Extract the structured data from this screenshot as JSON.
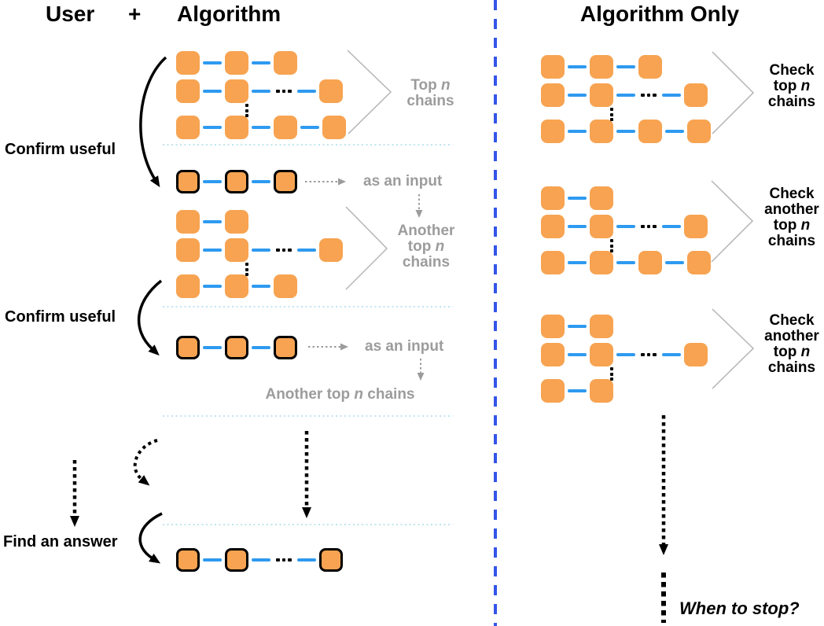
{
  "titles": {
    "left_user": "User",
    "left_plus": "+",
    "left_algorithm": "Algorithm",
    "right": "Algorithm Only"
  },
  "labels": {
    "confirm_useful_1": "Confirm useful",
    "confirm_useful_2": "Confirm useful",
    "find_answer": "Find an answer",
    "top_n_chains": [
      "Top n",
      "chains"
    ],
    "as_an_input_1": "as an input",
    "as_an_input_2": "as an input",
    "another_top_n_multiline": [
      "Another",
      "top n",
      "chains"
    ],
    "another_top_n_single": "Another top n chains",
    "check_top_n": [
      "Check",
      "top n",
      "chains"
    ],
    "check_another_top_n_1": [
      "Check",
      "another",
      "top n",
      "chains"
    ],
    "check_another_top_n_2": [
      "Check",
      "another",
      "top n",
      "chains"
    ],
    "when_to_stop": "When to stop?"
  },
  "chains": {
    "left_g1": {
      "rows": [
        [
          "sq",
          "conn",
          "sq",
          "conn",
          "sq"
        ],
        [
          "sq",
          "conn",
          "sq",
          "conn",
          "hdots",
          "conn",
          "sq"
        ],
        [
          "sq",
          "conn",
          "sq",
          "conn",
          "sq",
          "conn",
          "sq"
        ]
      ],
      "vdots": true
    },
    "left_sel1": {
      "rows": [
        [
          "sqb",
          "conn",
          "sqb",
          "conn",
          "sqb"
        ]
      ],
      "vdots": false
    },
    "left_g2": {
      "rows": [
        [
          "sq",
          "conn",
          "sq"
        ],
        [
          "sq",
          "conn",
          "sq",
          "conn",
          "hdots",
          "conn",
          "sq"
        ],
        [
          "sq",
          "conn",
          "sq",
          "conn",
          "sq"
        ]
      ],
      "vdots": true
    },
    "left_sel2": {
      "rows": [
        [
          "sqb",
          "conn",
          "sqb",
          "conn",
          "sqb"
        ]
      ],
      "vdots": false
    },
    "left_final": {
      "rows": [
        [
          "sqb",
          "conn",
          "sqb",
          "conn",
          "hdots",
          "conn",
          "sqb"
        ]
      ],
      "vdots": false
    },
    "right_g1": {
      "rows": [
        [
          "sq",
          "conn",
          "sq",
          "conn",
          "sq"
        ],
        [
          "sq",
          "conn",
          "sq",
          "conn",
          "hdots",
          "conn",
          "sq"
        ],
        [
          "sq",
          "conn",
          "sq",
          "conn",
          "sq",
          "conn",
          "sq"
        ]
      ],
      "vdots": true
    },
    "right_g2": {
      "rows": [
        [
          "sq",
          "conn",
          "sq"
        ],
        [
          "sq",
          "conn",
          "sq",
          "conn",
          "hdots",
          "conn",
          "sq"
        ],
        [
          "sq",
          "conn",
          "sq",
          "conn",
          "sq",
          "conn",
          "sq"
        ]
      ],
      "vdots": true
    },
    "right_g3": {
      "rows": [
        [
          "sq",
          "conn",
          "sq"
        ],
        [
          "sq",
          "conn",
          "sq",
          "conn",
          "hdots",
          "conn",
          "sq"
        ],
        [
          "sq",
          "conn",
          "sq"
        ]
      ],
      "vdots": true
    }
  },
  "colors": {
    "node_orange": "#F7A351",
    "link_blue": "#2E9AF0",
    "divider_blue": "#3355E8",
    "separator_blue": "#BFE4F2",
    "muted_gray": "#9C9C9C",
    "chevron_gray": "#B5B5B5",
    "ink": "#000000"
  }
}
